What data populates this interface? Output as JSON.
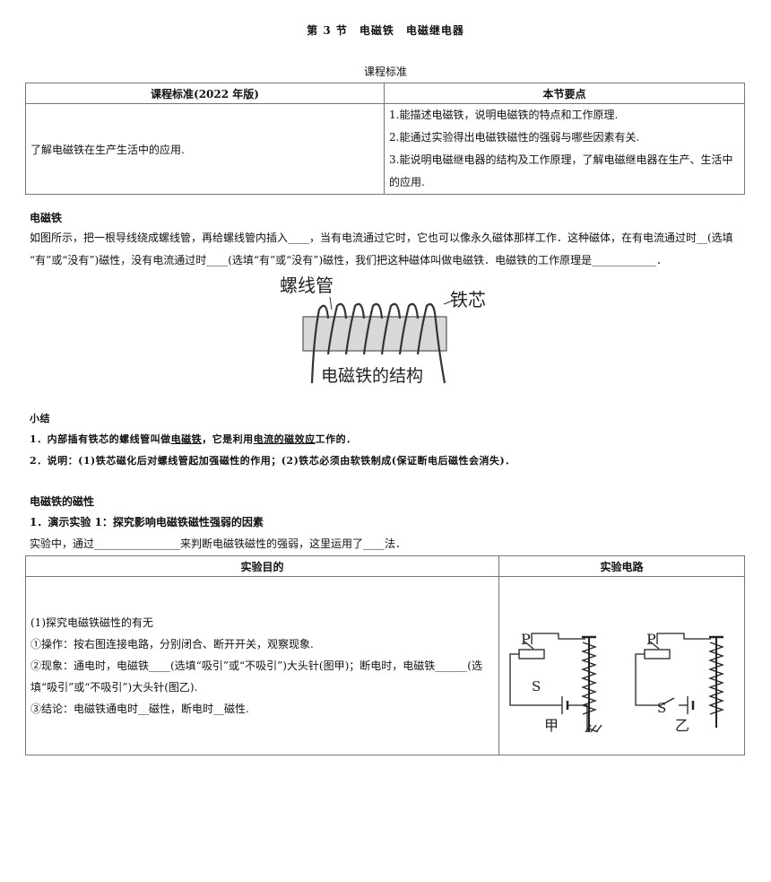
{
  "title": "第 3 节　电磁铁　电磁继电器",
  "standards": {
    "caption": "课程标准",
    "col1": "课程标准(2022 年版)",
    "col2": "本节要点",
    "cell1": "了解电磁铁在生产生活中的应用.",
    "points": [
      "1.能描述电磁铁，说明电磁铁的特点和工作原理.",
      "2.能通过实验得出电磁铁磁性的强弱与哪些因素有关.",
      "3.能说明电磁继电器的结构及工作原理，了解电磁继电器在生产、生活中",
      "的应用."
    ]
  },
  "electromagnet": {
    "heading": "电磁铁",
    "para1": "如图所示，把一根导线绕成螺线管，再给螺线管内插入____，当有电流通过它时，它也可以像永久磁体那样工作．这种磁体，在有电流通过时__(选填",
    "para2": "“有”或“没有”)磁性，没有电流通过时____(选填“有”或“没有”)磁性，我们把这种磁体叫做电磁铁．电磁铁的工作原理是____________．",
    "figure": {
      "label_coil": "螺线管",
      "label_core": "铁芯",
      "caption": "电磁铁的结构"
    }
  },
  "summary": {
    "heading": "小结",
    "line1_a": "1．内部插有铁芯的螺线管叫做",
    "line1_u1": "电磁铁",
    "line1_b": "，它是利用",
    "line1_u2": "电流的磁效应",
    "line1_c": "工作的．",
    "line2": "2．说明：(1)铁芯磁化后对螺线管起加强磁性的作用；(2)铁芯必须由软铁制成(保证断电后磁性会消失)．"
  },
  "magnetism": {
    "heading": "电磁铁的磁性",
    "exp_title": "1．演示实验 1：探究影响电磁铁磁性强弱的因素",
    "exp_note": "实验中，通过________________来判断电磁铁磁性的强弱，这里运用了____法．",
    "col1": "实验目的",
    "col2": "实验电路",
    "lines": [
      "(1)探究电磁铁磁性的有无",
      "①操作：按右图连接电路，分别闭合、断开开关，观察现象.",
      "②现象：通电时，电磁铁____(选填“吸引”或“不吸引”)大头针(图甲)；断电时，电磁铁______(选",
      "填“吸引”或“不吸引”)大头针(图乙).",
      "③结论：电磁铁通电时__磁性，断电时__磁性."
    ],
    "circuit": {
      "label_p": "P",
      "label_s": "S",
      "label_a": "甲",
      "label_b": "乙"
    }
  }
}
